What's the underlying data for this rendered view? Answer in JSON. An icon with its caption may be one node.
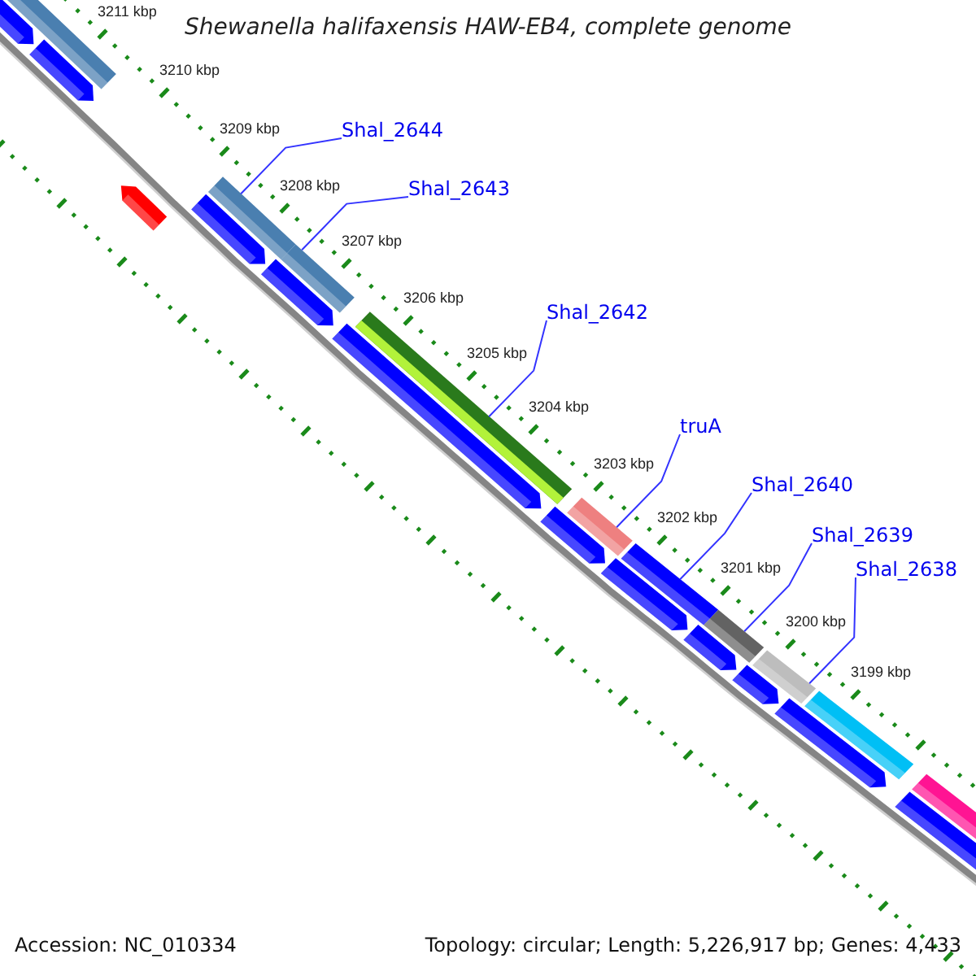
{
  "diagram": {
    "title": "Shewanella halifaxensis HAW-EB4, complete genome",
    "nodes": [
      {
        "text": [
          "Shal_2644"
        ]
      },
      {
        "text": [],
        "shape": "bar"
      },
      {
        "text": [
          "Shal_2643"
        ]
      },
      {
        "text": [],
        "shape": "bar"
      },
      {
        "text": [
          "Shal_2642"
        ]
      },
      {
        "text": [],
        "shape": "bar"
      },
      {
        "text": [
          "truA"
        ]
      },
      {
        "text": [],
        "shape": "bar"
      },
      {
        "text": [
          "Shal_2640"
        ]
      },
      {
        "text": [],
        "shape": "bar"
      },
      {
        "text": [
          "Shal_2639"
        ]
      },
      {
        "text": [],
        "shape": "bar"
      },
      {
        "text": [
          "Shal_2638"
        ]
      },
      {
        "text": [],
        "shape": "bar"
      },
      {
        "text": [],
        "shape": "bar"
      },
      {
        "text": [],
        "shape": "bar"
      },
      {
        "text": [],
        "shape": "bar"
      },
      {
        "text": [],
        "shape": "bar"
      },
      {
        "text": [],
        "shape": "bar"
      },
      {
        "text": [],
        "shape": "bar"
      },
      {
        "text": [],
        "shape": "bar"
      },
      {
        "text": [],
        "shape": "bar"
      },
      {
        "text": [],
        "shape": "bar"
      },
      {
        "text": [],
        "shape": "bar"
      },
      {
        "text": [],
        "shape": "bar"
      },
      {
        "text": [],
        "shape": "bar"
      },
      {
        "text": [],
        "shape": "bar"
      },
      {
        "text": [],
        "shape": "bar"
      },
      {
        "text": [],
        "shape": "bar"
      }
    ],
    "edges": [
      {
        "from": 0,
        "to": 1,
        "arrow": "none"
      },
      {
        "from": 2,
        "to": 3,
        "arrow": "none"
      },
      {
        "from": 4,
        "to": 5,
        "arrow": "none"
      },
      {
        "from": 6,
        "to": 7,
        "arrow": "none"
      },
      {
        "from": 8,
        "to": 9,
        "arrow": "none"
      },
      {
        "from": 10,
        "to": 11,
        "arrow": "none"
      },
      {
        "from": 12,
        "to": 13,
        "arrow": "none"
      }
    ],
    "labels": [
      "3211 kbp",
      "3210 kbp",
      "3209 kbp",
      "3208 kbp",
      "3207 kbp",
      "3206 kbp",
      "3205 kbp",
      "3204 kbp",
      "3203 kbp",
      "3202 kbp",
      "3201 kbp",
      "3200 kbp",
      "3199 kbp",
      "Accession: NC_010334",
      "Topology: circular; Length: 5,226,917 bp; Genes: 4,433"
    ]
  }
}
